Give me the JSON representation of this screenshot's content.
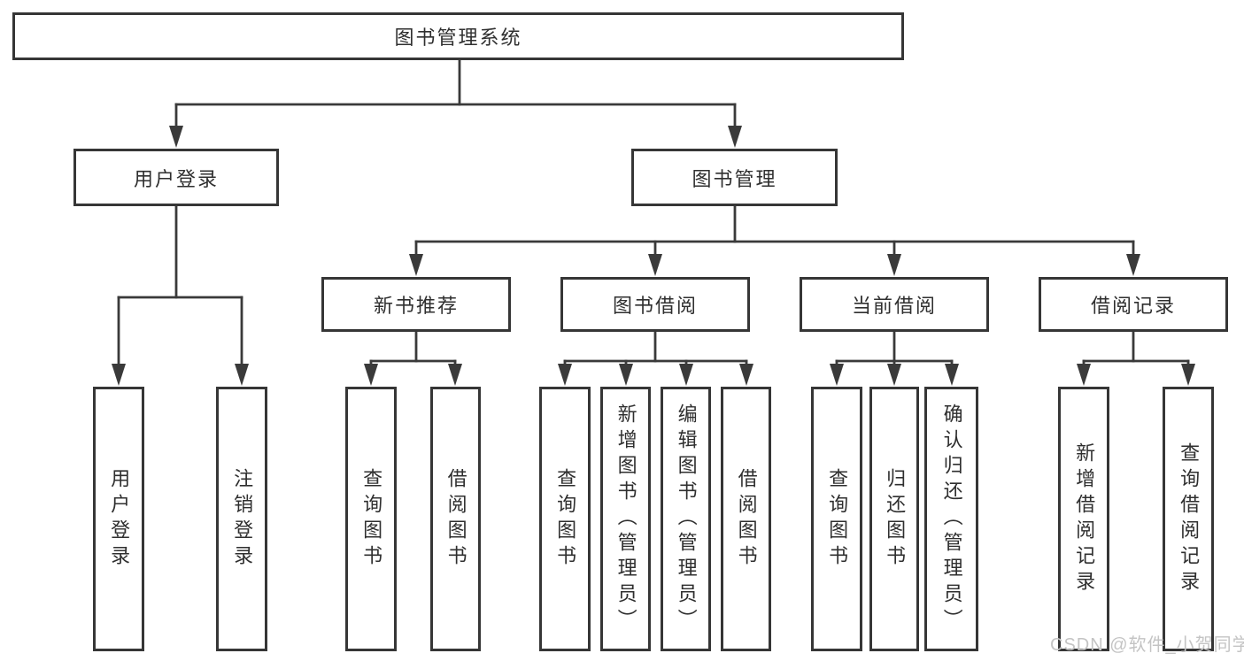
{
  "diagram": {
    "root": {
      "label": "图书管理系统"
    },
    "branches": [
      {
        "label": "用户登录",
        "children": [
          {
            "label": "用户登录"
          },
          {
            "label": "注销登录"
          }
        ]
      },
      {
        "label": "图书管理",
        "children": [
          {
            "label": "新书推荐",
            "children": [
              {
                "label": "查询图书"
              },
              {
                "label": "借阅图书"
              }
            ]
          },
          {
            "label": "图书借阅",
            "children": [
              {
                "label": "查询图书"
              },
              {
                "label": "新增图书（管理员）"
              },
              {
                "label": "编辑图书（管理员）"
              },
              {
                "label": "借阅图书"
              }
            ]
          },
          {
            "label": "当前借阅",
            "children": [
              {
                "label": "查询图书"
              },
              {
                "label": "归还图书"
              },
              {
                "label": "确认归还（管理员）"
              }
            ]
          },
          {
            "label": "借阅记录",
            "children": [
              {
                "label": "新增借阅记录"
              },
              {
                "label": "查询借阅记录"
              }
            ]
          }
        ]
      }
    ],
    "watermark": "CSDN @软件_小贺同学",
    "colors": {
      "line": "#3a3a3a",
      "border": "#363636",
      "text": "#2f2f2f",
      "watermark": "#c4c4c4",
      "background": "#ffffff"
    }
  }
}
